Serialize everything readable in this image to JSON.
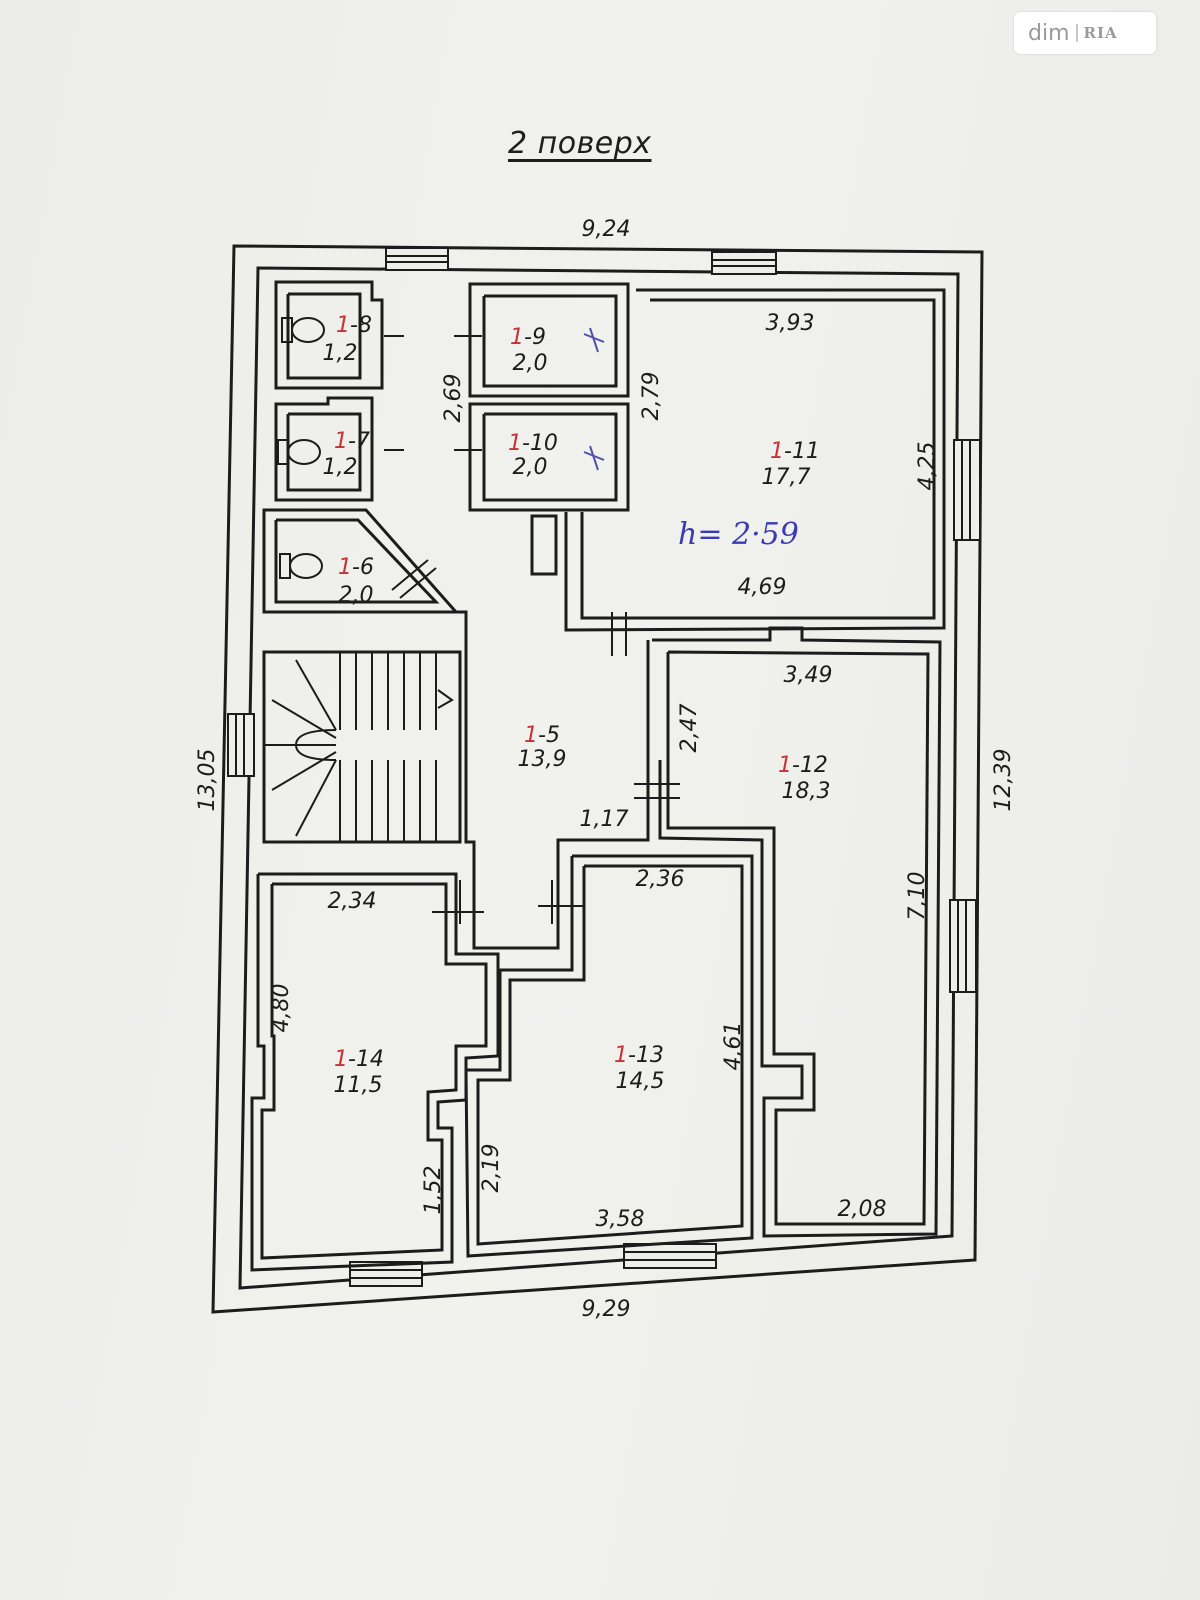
{
  "watermark": {
    "text": "dim",
    "logo": "RIA"
  },
  "title": "2 поверх",
  "ceiling_note": "h= 2·59",
  "dimensions": {
    "top_width": "9,24",
    "bottom_width": "9,29",
    "left_height": "13,05",
    "right_height": "12,39",
    "d_3_93": "3,93",
    "d_4_25": "4,25",
    "d_4_69": "4,69",
    "d_2_79": "2,79",
    "d_2_69": "2,69",
    "d_3_49": "3,49",
    "d_2_47": "2,47",
    "d_1_17": "1,17",
    "d_7_10": "7,10",
    "d_2_34": "2,34",
    "d_4_80": "4,80",
    "d_1_52": "1,52",
    "d_2_36": "2,36",
    "d_4_61": "4,61",
    "d_2_19": "2,19",
    "d_3_58": "3,58",
    "d_2_08": "2,08"
  },
  "rooms": [
    {
      "prefix": "1",
      "num": "-8",
      "area": "1,2"
    },
    {
      "prefix": "1",
      "num": "-7",
      "area": "1,2"
    },
    {
      "prefix": "1",
      "num": "-6",
      "area": "2,0"
    },
    {
      "prefix": "1",
      "num": "-9",
      "area": "2,0"
    },
    {
      "prefix": "1",
      "num": "-10",
      "area": "2,0"
    },
    {
      "prefix": "1",
      "num": "-11",
      "area": "17,7"
    },
    {
      "prefix": "1",
      "num": "-5",
      "area": "13,9"
    },
    {
      "prefix": "1",
      "num": "-12",
      "area": "18,3"
    },
    {
      "prefix": "1",
      "num": "-14",
      "area": "11,5"
    },
    {
      "prefix": "1",
      "num": "-13",
      "area": "14,5"
    }
  ],
  "colors": {
    "ink": "#1c1c1c",
    "red_marks": "#c83232",
    "blue_note": "#3a3ab4"
  }
}
